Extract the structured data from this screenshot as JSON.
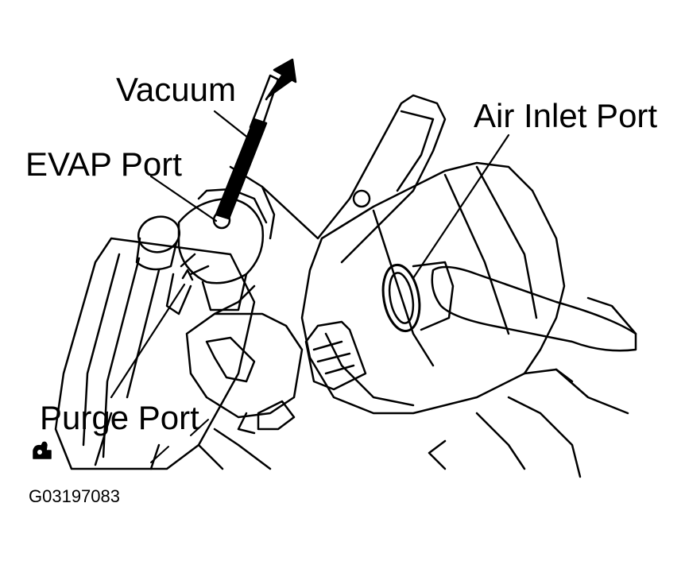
{
  "labels": {
    "vacuum": "Vacuum",
    "evap_port": "EVAP Port",
    "air_inlet_port": "Air Inlet Port",
    "purge_port": "Purge Port"
  },
  "figure_code": "G03197083",
  "icons": {
    "corner": "hand-pointer-icon"
  },
  "colors": {
    "ink": "#000000",
    "paper": "#ffffff"
  }
}
